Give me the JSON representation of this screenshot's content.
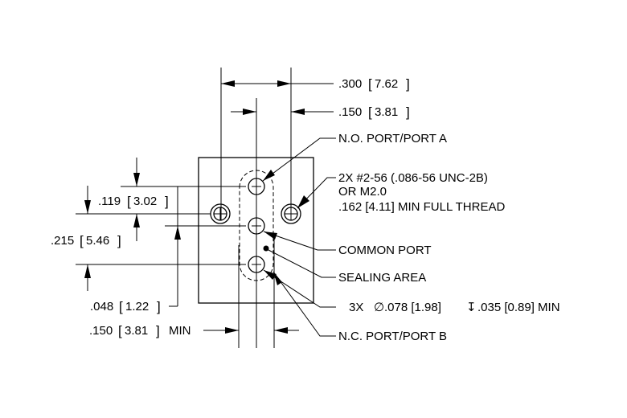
{
  "dimensions": {
    "overall_spacing": {
      "inch": ".300",
      "mm": "7.62"
    },
    "half_spacing": {
      "inch": ".150",
      "mm": "3.81"
    },
    "vertical_upper": {
      "inch": ".119",
      "mm": "3.02"
    },
    "vertical_lower": {
      "inch": ".215",
      "mm": "5.46"
    },
    "edge_offset": {
      "inch": ".048",
      "mm": "1.22"
    },
    "sealing_width": {
      "inch": ".150",
      "mm": "3.81",
      "suffix": "MIN"
    }
  },
  "callouts": {
    "no_port": "N.O. PORT/PORT A",
    "thread_line1": "2X #2-56 (.086-56 UNC-2B)",
    "thread_line2": "OR M2.0",
    "thread_line3": ".162 [4.11] MIN FULL THREAD",
    "common_port": "COMMON PORT",
    "sealing_area": "SEALING AREA",
    "holes_count": "3X",
    "holes_diameter": ".078 [1.98]",
    "holes_depth": ".035 [0.89] MIN",
    "nc_port": "N.C. PORT/PORT B"
  },
  "symbols": {
    "diameter": "∅",
    "depth": "↧"
  }
}
